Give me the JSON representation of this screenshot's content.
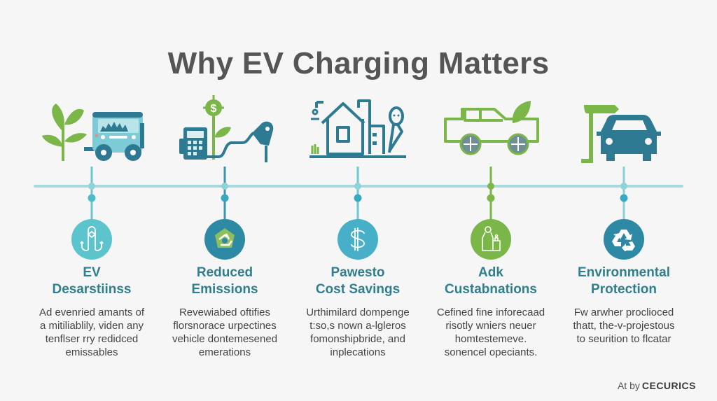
{
  "title": "Why EV Charging Matters",
  "colors": {
    "background": "#f6f6f6",
    "title": "#555555",
    "heading": "#2f7f8f",
    "body_text": "#444444",
    "teal_dark": "#2e7a92",
    "teal_light": "#5cc4cc",
    "teal_mid": "#47b0c8",
    "green": "#7ab648",
    "line_upper": "#a6dadf",
    "line_lower": "#56bccb"
  },
  "top_icons": [
    {
      "name": "plant-bus-icon",
      "description": "plant next to electric bus with passengers"
    },
    {
      "name": "money-plant-charger-icon",
      "description": "charging station, dollar plant, charging plug"
    },
    {
      "name": "house-icon",
      "description": "house with person figure"
    },
    {
      "name": "leaf-car-icon",
      "description": "green outlined car with leaf"
    },
    {
      "name": "charging-post-car-icon",
      "description": "green charging post with blue car"
    }
  ],
  "items": [
    {
      "icon": "anchor-icon",
      "heading_line1": "EV",
      "heading_line2": "Desarstiinss",
      "desc": [
        "Ad evenried amants of",
        "a mitiliablily, viden any",
        "tenflser rry redidced",
        "emissables"
      ]
    },
    {
      "icon": "recycle-leaf-icon",
      "heading_line1": "Reduced",
      "heading_line2": "Emissions",
      "desc": [
        "Revewiabed oftifies",
        "florsnorace urpectines",
        "vehicle dontemesened",
        "emerations"
      ]
    },
    {
      "icon": "dollar-icon",
      "heading_line1": "Pawesto",
      "heading_line2": "Cost Savings",
      "desc": [
        "Urthimilard dompenge",
        "t:so,s nown a-lgleros",
        "fomonshipbride, and",
        "inplecations"
      ]
    },
    {
      "icon": "bottles-icon",
      "heading_line1": "Adk",
      "heading_line2": "Custabnations",
      "desc": [
        "Cefined fine inforecaad",
        "risotly wniers neuer",
        "homtestemeve.",
        "sonencel opeciants."
      ]
    },
    {
      "icon": "recycle-icon",
      "heading_line1": "Environmental",
      "heading_line2": "Protection",
      "desc": [
        "Fw arwher proclioced",
        "thatt, the-v-projestous",
        "to seurition to flcatar"
      ]
    }
  ],
  "footer": {
    "prefix": "At by",
    "brand": "CECURICS"
  }
}
